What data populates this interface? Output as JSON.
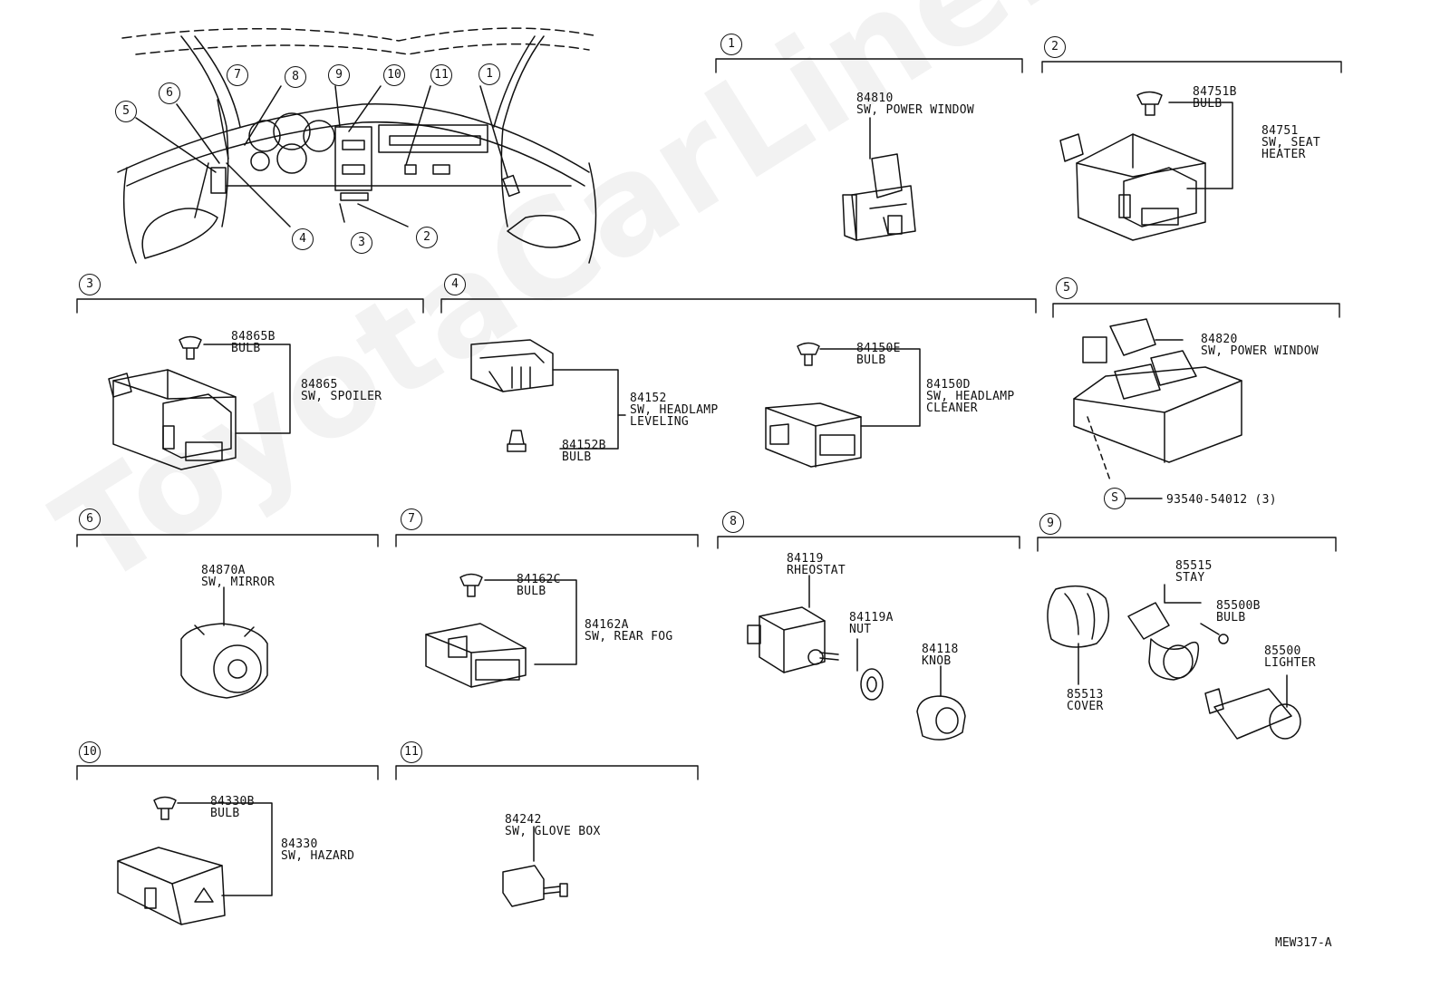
{
  "watermark": "ToyotaCarLine.ru",
  "diagram_code": "MEW317-A",
  "overview_callouts": [
    "1",
    "2",
    "3",
    "4",
    "5",
    "6",
    "7",
    "8",
    "9",
    "10",
    "11"
  ],
  "sections": {
    "s1": {
      "num": "1",
      "parts": [
        {
          "no": "84810",
          "desc": "SW, POWER WINDOW"
        }
      ]
    },
    "s2": {
      "num": "2",
      "parts": [
        {
          "no": "84751B",
          "desc": "BULB"
        },
        {
          "no": "84751",
          "desc": "SW, SEAT",
          "desc2": "HEATER"
        }
      ]
    },
    "s3": {
      "num": "3",
      "parts": [
        {
          "no": "84865B",
          "desc": "BULB"
        },
        {
          "no": "84865",
          "desc": "SW, SPOILER"
        }
      ]
    },
    "s4": {
      "num": "4",
      "parts": [
        {
          "no": "84152",
          "desc": "SW, HEADLAMP",
          "desc2": "LEVELING"
        },
        {
          "no": "84152B",
          "desc": "BULB"
        },
        {
          "no": "84150E",
          "desc": "BULB"
        },
        {
          "no": "84150D",
          "desc": "SW, HEADLAMP",
          "desc2": "CLEANER"
        }
      ]
    },
    "s5": {
      "num": "5",
      "parts": [
        {
          "no": "84820",
          "desc": "SW, POWER WINDOW"
        },
        {
          "no": "93540-54012 (3)",
          "symbol": "S"
        }
      ]
    },
    "s6": {
      "num": "6",
      "parts": [
        {
          "no": "84870A",
          "desc": "SW, MIRROR"
        }
      ]
    },
    "s7": {
      "num": "7",
      "parts": [
        {
          "no": "84162C",
          "desc": "BULB"
        },
        {
          "no": "84162A",
          "desc": "SW, REAR FOG"
        }
      ]
    },
    "s8": {
      "num": "8",
      "parts": [
        {
          "no": "84119",
          "desc": "RHEOSTAT"
        },
        {
          "no": "84119A",
          "desc": "NUT"
        },
        {
          "no": "84118",
          "desc": "KNOB"
        }
      ]
    },
    "s9": {
      "num": "9",
      "parts": [
        {
          "no": "85515",
          "desc": "STAY"
        },
        {
          "no": "85500B",
          "desc": "BULB"
        },
        {
          "no": "85500",
          "desc": "LIGHTER"
        },
        {
          "no": "85513",
          "desc": "COVER"
        }
      ]
    },
    "s10": {
      "num": "10",
      "parts": [
        {
          "no": "84330B",
          "desc": "BULB"
        },
        {
          "no": "84330",
          "desc": "SW, HAZARD"
        }
      ]
    },
    "s11": {
      "num": "11",
      "parts": [
        {
          "no": "84242",
          "desc": "SW, GLOVE BOX"
        }
      ]
    }
  }
}
